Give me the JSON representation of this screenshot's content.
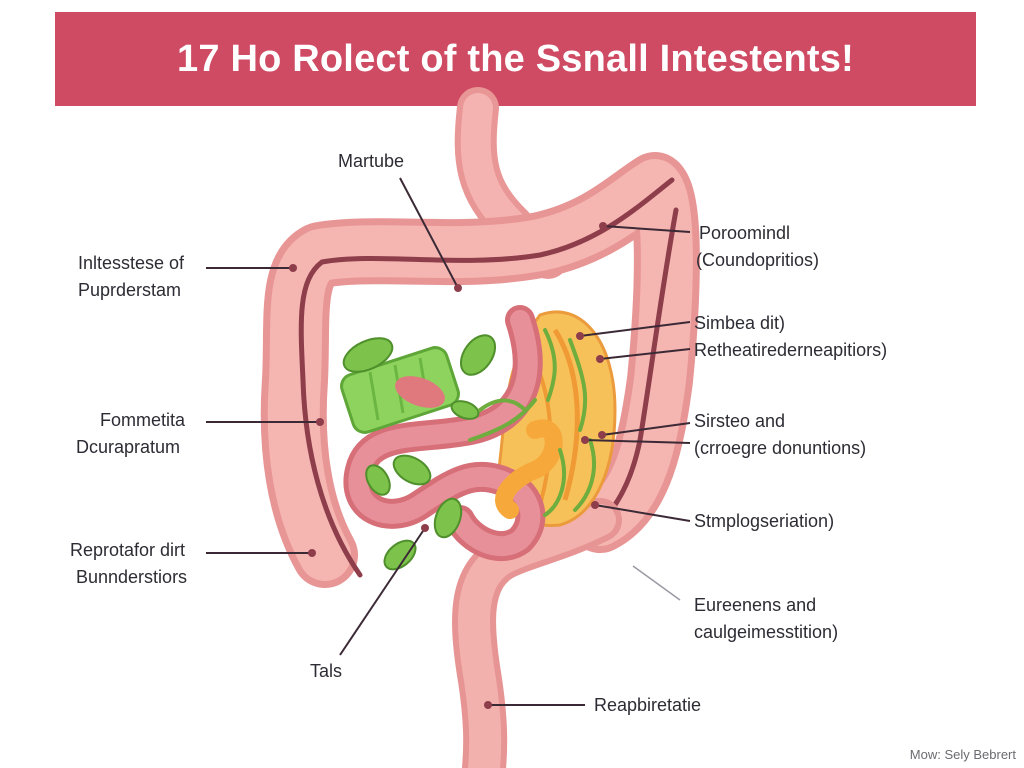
{
  "title": "17 Ho Rolect of the Ssnall Intestents!",
  "labels": {
    "martube": "Martube",
    "intesstese": [
      "Inltesstese of",
      "Puprderstam"
    ],
    "foommetita": [
      "Fommetita",
      "Dcurapratum"
    ],
    "reprotafor": [
      "Reprotafor dirt",
      "Bunnderstiors"
    ],
    "tals": "Tals",
    "poroomindl": [
      "Poroomindl",
      "(Coundopritios)"
    ],
    "simbea": [
      "Simbea dit)",
      "Retheatirederneapitiors)"
    ],
    "sirsteo": [
      "Sirsteo and",
      "(crroegre donuntions)"
    ],
    "stmplog": "Stmplogseriation)",
    "eureenens": [
      "Eureenens and",
      "caulgeimesstition)"
    ],
    "reapbiretatie": "Reapbiretatie"
  },
  "credit": "Mow: Sely Bebrert",
  "colors": {
    "banner": "#cf4a63",
    "intestine": "#f0a3a3",
    "intestine_dark": "#8e3d4b",
    "leaf": "#7dc24a",
    "fat": "#f6b24a"
  }
}
